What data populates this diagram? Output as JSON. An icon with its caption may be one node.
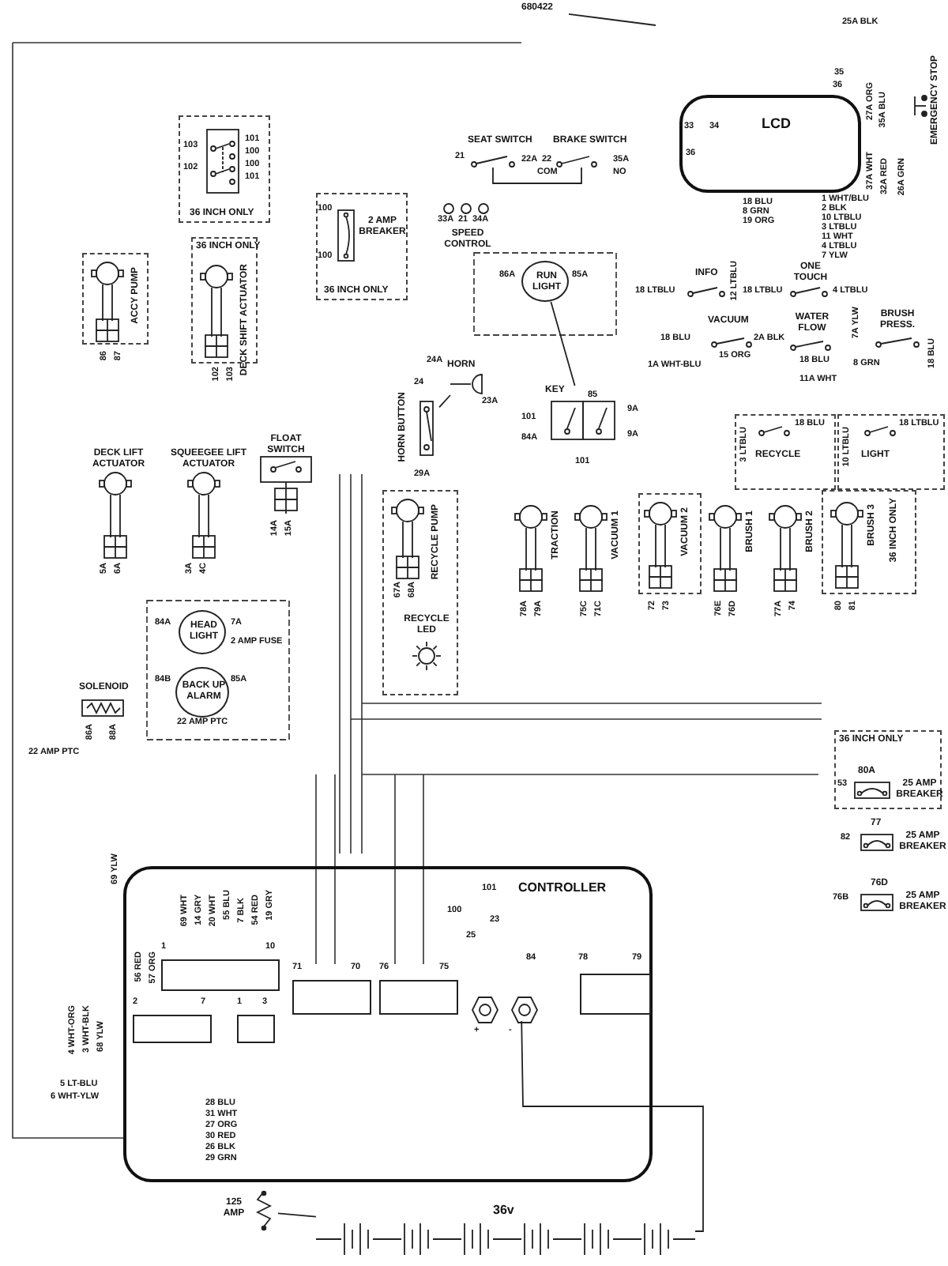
{
  "diagram": {
    "nodes": [
      {
        "text": [
          "36 INCH ONLY"
        ]
      },
      {
        "text": [
          "2 AMP BREAKER",
          "36 INCH ONLY"
        ]
      },
      {
        "text": [
          "ACCY PUMP"
        ]
      },
      {
        "text": [
          "36 INCH ONLY",
          "DECK SHIFT ACTUATOR"
        ]
      },
      {
        "text": [
          "SEAT SWITCH"
        ]
      },
      {
        "text": [
          "BRAKE SWITCH"
        ]
      },
      {
        "text": [
          "SPEED CONTROL"
        ]
      },
      {
        "text": [
          "LCD"
        ]
      },
      {
        "text": [
          "EMERGENCY STOP"
        ]
      },
      {
        "text": [
          "RUN LIGHT"
        ]
      },
      {
        "text": [
          "HORN"
        ]
      },
      {
        "text": [
          "HORN BUTTON"
        ]
      },
      {
        "text": [
          "KEY"
        ]
      },
      {
        "text": [
          "INFO"
        ]
      },
      {
        "text": [
          "ONE TOUCH"
        ]
      },
      {
        "text": [
          "VACUUM"
        ]
      },
      {
        "text": [
          "WATER FLOW"
        ]
      },
      {
        "text": [
          "BRUSH PRESS."
        ]
      },
      {
        "text": [
          "RECYCLE"
        ]
      },
      {
        "text": [
          "LIGHT"
        ]
      },
      {
        "text": [
          "DECK LIFT ACTUATOR"
        ]
      },
      {
        "text": [
          "SQUEEGEE LIFT ACTUATOR"
        ]
      },
      {
        "text": [
          "FLOAT SWITCH"
        ]
      },
      {
        "text": [
          "RECYCLE PUMP"
        ]
      },
      {
        "text": [
          "RECYCLE LED"
        ],
        "in": 23
      },
      {
        "text": [
          "TRACTION"
        ]
      },
      {
        "text": [
          "VACUUM 1"
        ]
      },
      {
        "text": [
          "VACUUM 2"
        ]
      },
      {
        "text": [
          "BRUSH 1"
        ]
      },
      {
        "text": [
          "BRUSH 2"
        ]
      },
      {
        "text": [
          "BRUSH 3",
          "36 INCH ONLY"
        ]
      },
      {
        "text": [
          "HEAD LIGHT"
        ]
      },
      {
        "text": [
          "BACK UP ALARM"
        ]
      },
      {
        "text": [
          "SOLENOID"
        ]
      },
      {
        "text": [
          "36 INCH ONLY",
          "80A",
          "25 AMP BREAKER"
        ]
      },
      {
        "text": [
          "77",
          "25 AMP BREAKER"
        ]
      },
      {
        "text": [
          "76D",
          "25 AMP BREAKER"
        ]
      },
      {
        "text": [
          "CONTROLLER"
        ]
      },
      {
        "text": [],
        "shape": "box",
        "in": 37
      },
      {
        "text": [],
        "shape": "box",
        "in": 37
      },
      {
        "text": [],
        "shape": "box",
        "in": 37
      },
      {
        "text": [],
        "shape": "box",
        "in": 37
      },
      {
        "text": [],
        "shape": "box",
        "in": 37
      },
      {
        "text": [],
        "shape": "box",
        "in": 37
      },
      {
        "text": [],
        "shape": "hexagon",
        "in": 37
      },
      {
        "text": [],
        "shape": "hexagon",
        "in": 37
      },
      {
        "text": [
          "125 AMP"
        ]
      },
      {
        "text": [
          "36v"
        ]
      },
      {
        "text": [
          "680422"
        ]
      }
    ],
    "edges": [
      {
        "from": 48,
        "to": null,
        "arrow": "none"
      },
      {
        "from": 4,
        "to": 5,
        "arrow": "none"
      },
      {
        "from": 46,
        "to": 47,
        "arrow": "none"
      },
      {
        "from": 45,
        "to": 47,
        "arrow": "none"
      },
      {
        "from": 10,
        "to": 11,
        "arrow": "none"
      },
      {
        "from": 9,
        "to": 12,
        "arrow": "none"
      }
    ],
    "labels": [
      "25A BLK",
      "35",
      "36",
      "27A ORG",
      "35A BLU",
      "33",
      "34",
      "36",
      "37A WHT",
      "32A RED",
      "26A GRN",
      "101",
      "100",
      "100",
      "101",
      "103",
      "102",
      "21",
      "22A",
      "22",
      "COM",
      "35A",
      "NO",
      "100",
      "100",
      "18 BLU",
      "8 GRN",
      "19 ORG",
      "1 WHT/BLU",
      "2 BLK",
      "10 LTBLU",
      "3 LTBLU",
      "11 WHT",
      "4 LTBLU",
      "7 YLW",
      "33A",
      "21",
      "34A",
      "86A",
      "85A",
      "18 LTBLU",
      "12 LTBLU",
      "18 LTBLU",
      "4 LTBLU",
      "18 BLU",
      "15 ORG",
      "1A WHT-BLU",
      "2A BLK",
      "18 BLU",
      "7A YLW",
      "8 GRN",
      "18 BLU",
      "11A WHT",
      "24A",
      "23A",
      "24",
      "29A",
      "101",
      "85",
      "9A",
      "84A",
      "9A",
      "101",
      "3 LTBLU",
      "18 BLU",
      "10 LTBLU",
      "18 LTBLU",
      "86",
      "87",
      "102",
      "103",
      "5A",
      "6A",
      "3A",
      "4C",
      "14A",
      "15A",
      "67A",
      "68A",
      "78A",
      "79A",
      "75C",
      "71C",
      "72",
      "73",
      "76E",
      "76D",
      "77A",
      "74",
      "80",
      "81",
      "84A",
      "7A",
      "2 AMP FUSE",
      "84B",
      "85A",
      "22 AMP PTC",
      "22 AMP PTC",
      "86A",
      "88A",
      "53",
      "82",
      "76B",
      "69 YLW",
      "4 WHT-ORG",
      "3 WHT-BLK",
      "68 YLW",
      "5 LT-BLU",
      "6 WHT-YLW",
      "1",
      "10",
      "69 WHT",
      "14 GRY",
      "20 WHT",
      "55 BLU",
      "7 BLK",
      "54 RED",
      "19 GRY",
      "2",
      "56 RED",
      "57 ORG",
      "7",
      "1",
      "3",
      "28 BLU",
      "31 WHT",
      "27 ORG",
      "30 RED",
      "26 BLK",
      "29 GRN",
      "71",
      "70",
      "76",
      "75",
      "78",
      "79",
      "100",
      "101",
      "25",
      "23",
      "84",
      "+",
      "-"
    ]
  }
}
